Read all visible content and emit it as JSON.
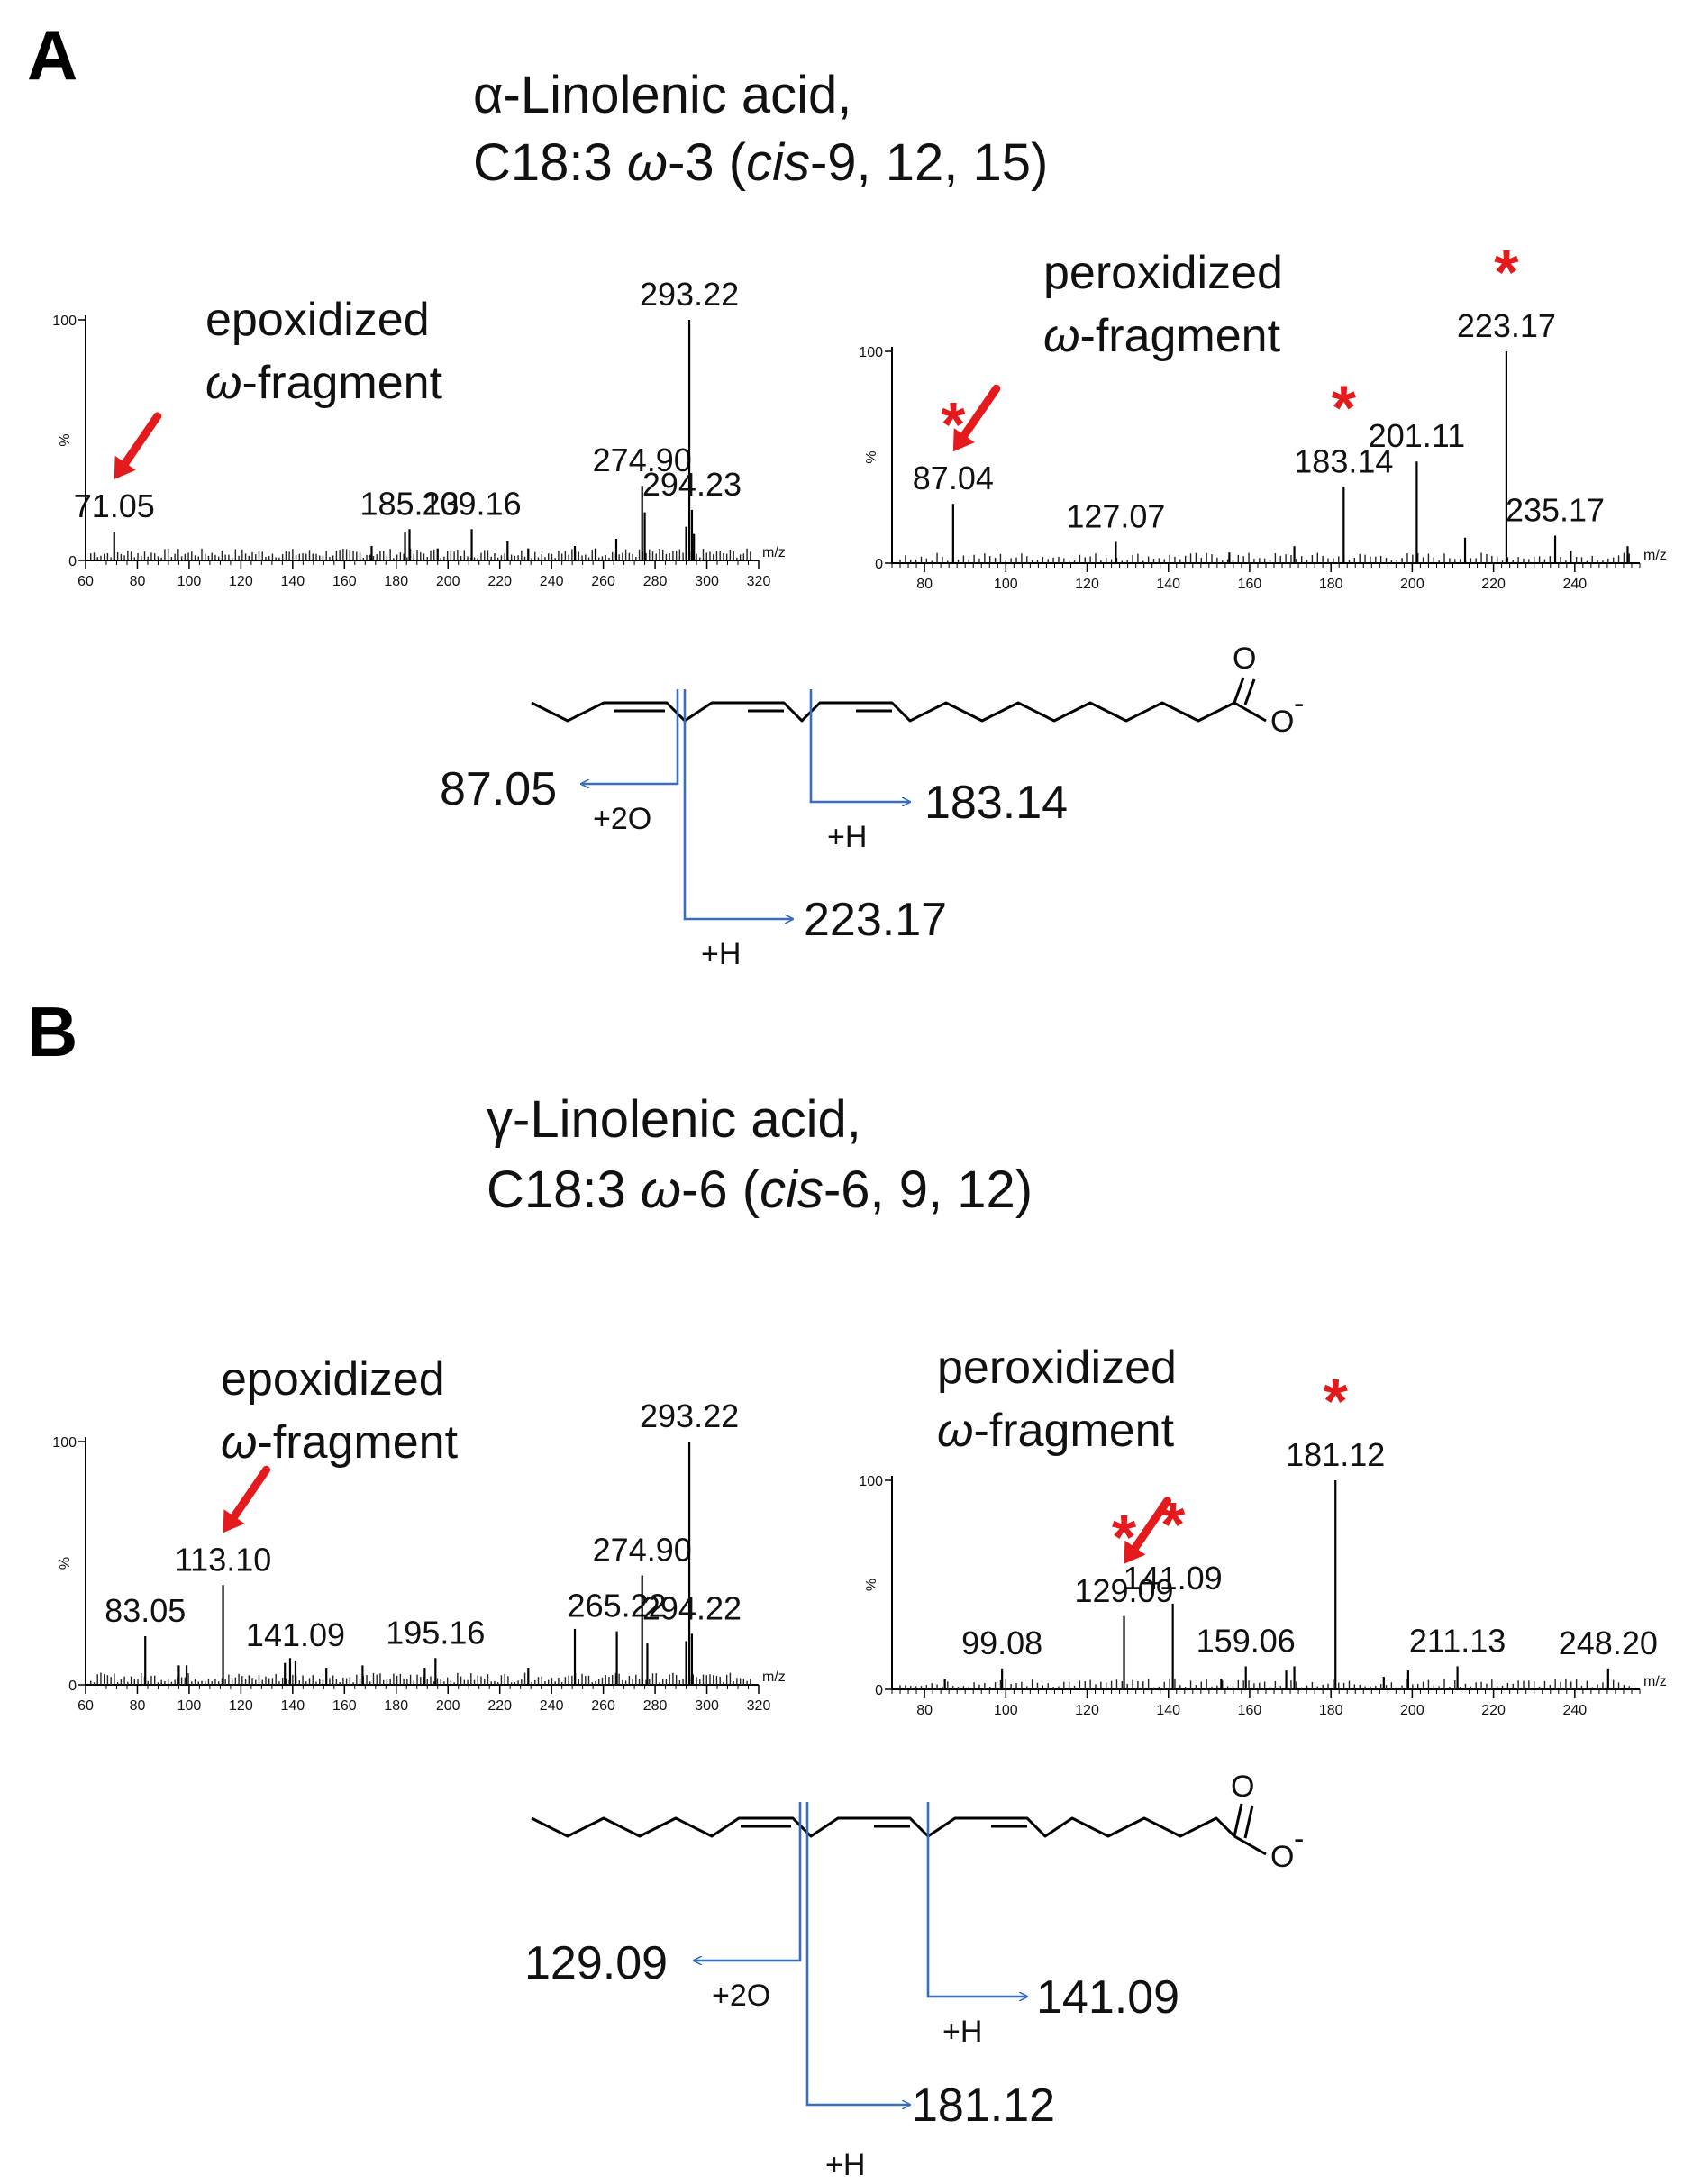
{
  "panels": {
    "A": {
      "letter": "A",
      "title_line1": "α-Linolenic acid,",
      "title_line2_pre": "C18:3 ",
      "title_line2_omega": "ω",
      "title_line2_mid": "-3 (",
      "title_line2_cis": "cis",
      "title_line2_post": "-9, 12, 15)",
      "left_note_line1": "epoxidized",
      "left_note_omega": "ω",
      "left_note_line2_rest": "-fragment",
      "right_note_line1": "peroxidized",
      "right_note_omega": "ω",
      "right_note_line2_rest": "-fragment",
      "fragments": {
        "f1": "87.05",
        "f1_add": "+2O",
        "f2": "183.14",
        "f2_add": "+H",
        "f3": "223.17",
        "f3_add": "+H"
      }
    },
    "B": {
      "letter": "B",
      "title_line1": "γ-Linolenic acid,",
      "title_line2_pre": "C18:3 ",
      "title_line2_omega": "ω",
      "title_line2_mid": "-6 (",
      "title_line2_cis": "cis",
      "title_line2_post": "-6, 9, 12)",
      "left_note_line1": "epoxidized",
      "left_note_omega": "ω",
      "left_note_line2_rest": "-fragment",
      "right_note_line1": "peroxidized",
      "right_note_omega": "ω",
      "right_note_line2_rest": "-fragment",
      "fragments": {
        "f1": "129.09",
        "f1_add": "+2O",
        "f2": "141.09",
        "f2_add": "+H",
        "f3": "181.12",
        "f3_add": "+H"
      }
    }
  },
  "structure_labels": {
    "O": "O",
    "O_minus": "O",
    "minus": "-"
  },
  "colors": {
    "arrow": "#e41a1c",
    "star": "#e41a1c",
    "cleavage": "#3b6dbf",
    "text": "#111111"
  },
  "chart_data": [
    {
      "type": "bar",
      "id": "A-left",
      "xlim": [
        60,
        320
      ],
      "ylim": [
        0,
        100
      ],
      "x_ticks": [
        60,
        80,
        100,
        120,
        140,
        160,
        180,
        200,
        220,
        240,
        260,
        280,
        300,
        320
      ],
      "y_ticks": [
        0,
        100
      ],
      "ylabel": "%",
      "xlabel": "m/z",
      "peaks": [
        {
          "x": 71.05,
          "y": 12,
          "label": "71.05"
        },
        {
          "x": 185.13,
          "y": 13,
          "label": "185.13"
        },
        {
          "x": 183.4,
          "y": 12
        },
        {
          "x": 209.16,
          "y": 13,
          "label": "209.16"
        },
        {
          "x": 275.0,
          "y": 31,
          "label": "274.90"
        },
        {
          "x": 276.0,
          "y": 20
        },
        {
          "x": 265.0,
          "y": 9
        },
        {
          "x": 293.22,
          "y": 100,
          "label": "293.22"
        },
        {
          "x": 294.23,
          "y": 21,
          "label": "294.23"
        },
        {
          "x": 292.0,
          "y": 14
        },
        {
          "x": 295.0,
          "y": 11
        },
        {
          "x": 170.5,
          "y": 6
        },
        {
          "x": 223.0,
          "y": 8
        },
        {
          "x": 249.0,
          "y": 6
        },
        {
          "x": 257.0,
          "y": 5
        },
        {
          "x": 231.0,
          "y": 5
        },
        {
          "x": 196.0,
          "y": 5
        }
      ],
      "stars": [],
      "arrow_to": 71.05
    },
    {
      "type": "bar",
      "id": "A-right",
      "xlim": [
        72,
        256
      ],
      "ylim": [
        0,
        100
      ],
      "x_ticks": [
        80,
        100,
        120,
        140,
        160,
        180,
        200,
        220,
        240
      ],
      "y_ticks": [
        0,
        100
      ],
      "ylabel": "%",
      "xlabel": "m/z",
      "peaks": [
        {
          "x": 87.04,
          "y": 28,
          "label": "87.04"
        },
        {
          "x": 127.07,
          "y": 10,
          "label": "127.07"
        },
        {
          "x": 183.14,
          "y": 36,
          "label": "183.14"
        },
        {
          "x": 201.11,
          "y": 48,
          "label": "201.11"
        },
        {
          "x": 223.17,
          "y": 100,
          "label": "223.17"
        },
        {
          "x": 235.17,
          "y": 13,
          "label": "235.17"
        },
        {
          "x": 171.0,
          "y": 8
        },
        {
          "x": 213.0,
          "y": 12
        },
        {
          "x": 239.0,
          "y": 6
        },
        {
          "x": 253.0,
          "y": 8
        },
        {
          "x": 155.0,
          "y": 5
        }
      ],
      "stars": [
        87.04,
        183.14,
        223.17
      ],
      "arrow_to": 87.04
    },
    {
      "type": "bar",
      "id": "B-left",
      "xlim": [
        60,
        320
      ],
      "ylim": [
        0,
        100
      ],
      "x_ticks": [
        60,
        80,
        100,
        120,
        140,
        160,
        180,
        200,
        220,
        240,
        260,
        280,
        300,
        320
      ],
      "y_ticks": [
        0,
        100
      ],
      "ylabel": "%",
      "xlabel": "m/z",
      "peaks": [
        {
          "x": 83.05,
          "y": 20,
          "label": "83.05"
        },
        {
          "x": 113.1,
          "y": 41,
          "label": "113.10"
        },
        {
          "x": 141.09,
          "y": 10,
          "label": "141.09"
        },
        {
          "x": 195.16,
          "y": 11,
          "label": "195.16"
        },
        {
          "x": 249.0,
          "y": 23
        },
        {
          "x": 265.22,
          "y": 22,
          "label": "265.22"
        },
        {
          "x": 275.0,
          "y": 45,
          "label": "274.90"
        },
        {
          "x": 293.22,
          "y": 100,
          "label": "293.22"
        },
        {
          "x": 294.22,
          "y": 21,
          "label": "294.22"
        },
        {
          "x": 292.0,
          "y": 18
        },
        {
          "x": 96.0,
          "y": 8
        },
        {
          "x": 99.0,
          "y": 8
        },
        {
          "x": 137.0,
          "y": 9
        },
        {
          "x": 139.0,
          "y": 11
        },
        {
          "x": 153.0,
          "y": 7
        },
        {
          "x": 167.0,
          "y": 8
        },
        {
          "x": 191.0,
          "y": 7
        },
        {
          "x": 231.0,
          "y": 7
        },
        {
          "x": 277.0,
          "y": 17
        }
      ],
      "stars": [],
      "arrow_to": 113.1
    },
    {
      "type": "bar",
      "id": "B-right",
      "xlim": [
        72,
        256
      ],
      "ylim": [
        0,
        100
      ],
      "x_ticks": [
        80,
        100,
        120,
        140,
        160,
        180,
        200,
        220,
        240
      ],
      "y_ticks": [
        0,
        100
      ],
      "ylabel": "%",
      "xlabel": "m/z",
      "peaks": [
        {
          "x": 99.08,
          "y": 10,
          "label": "99.08"
        },
        {
          "x": 129.09,
          "y": 35,
          "label": "129.09"
        },
        {
          "x": 141.09,
          "y": 41,
          "label": "141.09"
        },
        {
          "x": 159.06,
          "y": 11,
          "label": "159.06"
        },
        {
          "x": 181.12,
          "y": 100,
          "label": "181.12"
        },
        {
          "x": 211.13,
          "y": 11,
          "label": "211.13"
        },
        {
          "x": 248.2,
          "y": 10,
          "label": "248.20"
        },
        {
          "x": 169.0,
          "y": 9
        },
        {
          "x": 171.0,
          "y": 11
        },
        {
          "x": 199.0,
          "y": 9
        },
        {
          "x": 193.0,
          "y": 6
        },
        {
          "x": 153.0,
          "y": 5
        },
        {
          "x": 85.0,
          "y": 5
        }
      ],
      "stars": [
        129.09,
        141.09,
        181.12
      ],
      "arrow_to": 129.09
    }
  ]
}
